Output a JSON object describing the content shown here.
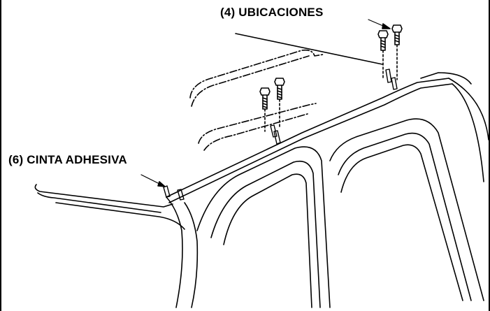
{
  "callouts": {
    "locations": "(4) UBICACIONES",
    "tape": "(6) CINTA ADHESIVA"
  },
  "colors": {
    "line": "#000000",
    "background": "#ffffff"
  },
  "icons": {
    "bolt": "bolt-icon",
    "tape": "adhesive-tape-strip"
  }
}
